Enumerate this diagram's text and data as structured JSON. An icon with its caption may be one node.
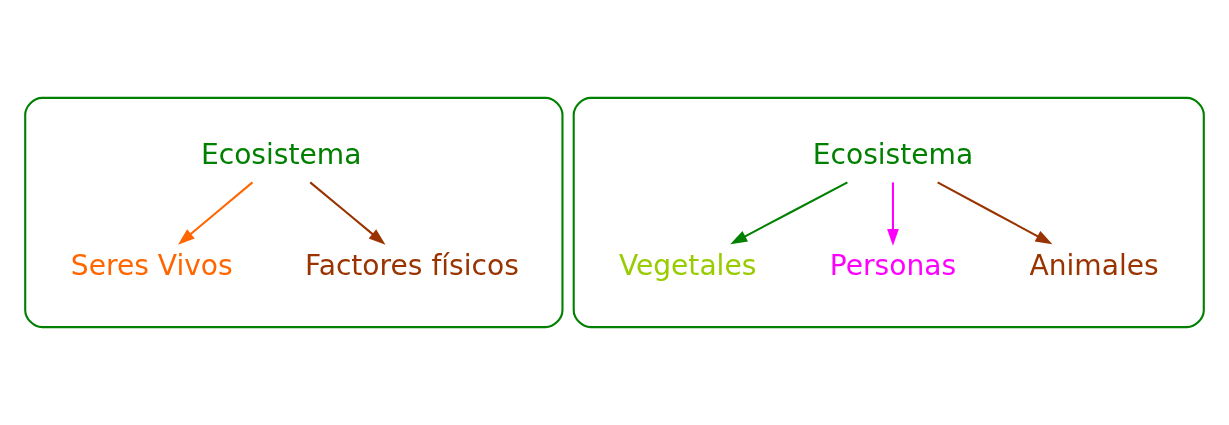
{
  "diagram": {
    "nodes": [
      {
        "text": [
          "Ecosistema"
        ]
      },
      {
        "text": [
          "Seres Vivos"
        ],
        "in": 0
      },
      {
        "text": [
          "Factores físicos"
        ],
        "in": 0
      },
      {
        "text": [
          "Ecosistema"
        ]
      },
      {
        "text": [
          "Vegetales"
        ],
        "in": 3
      },
      {
        "text": [
          "Animales"
        ],
        "in": 3
      },
      {
        "text": [
          "Personas"
        ],
        "in": 3
      }
    ],
    "edges": [
      {
        "from": 0,
        "to": 1,
        "arrow": "to",
        "color": "#ff6600"
      },
      {
        "from": 0,
        "to": 2,
        "arrow": "to",
        "color": "#993300"
      },
      {
        "from": 3,
        "to": 4,
        "arrow": "to",
        "color": "#008000"
      },
      {
        "from": 3,
        "to": 6,
        "arrow": "to",
        "color": "#ff00ff"
      },
      {
        "from": 3,
        "to": 5,
        "arrow": "to",
        "color": "#993300"
      }
    ]
  }
}
